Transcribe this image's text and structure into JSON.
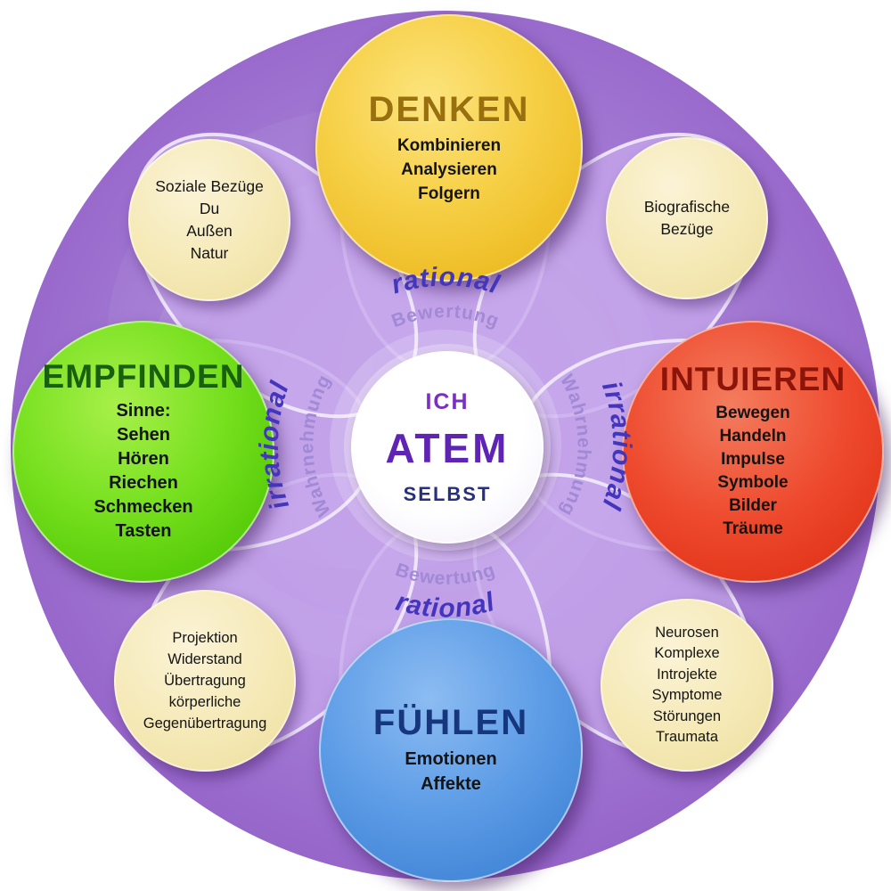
{
  "center": {
    "top": "ICH",
    "main": "ATEM",
    "bottom": "SELBST"
  },
  "nodes": {
    "denken": {
      "title": "DENKEN",
      "items": [
        "Kombinieren",
        "Analysieren",
        "Folgern"
      ]
    },
    "empfinden": {
      "title": "EMPFINDEN",
      "items": [
        "Sinne:",
        "Sehen",
        "Hören",
        "Riechen",
        "Schmecken",
        "Tasten"
      ]
    },
    "intuieren": {
      "title": "INTUIEREN",
      "items": [
        "Bewegen",
        "Handeln",
        "Impulse",
        "Symbole",
        "Bilder",
        "Träume"
      ]
    },
    "fuehlen": {
      "title": "FÜHLEN",
      "items": [
        "Emotionen",
        "Affekte"
      ]
    }
  },
  "satellites": {
    "top_left": {
      "items": [
        "Soziale Bezüge",
        "Du",
        "Außen",
        "Natur"
      ]
    },
    "top_right": {
      "items": [
        "Biografische",
        "Bezüge"
      ]
    },
    "bottom_left": {
      "items": [
        "Projektion",
        "Widerstand",
        "Übertragung",
        "körperliche",
        "Gegenübertragung"
      ]
    },
    "bottom_right": {
      "items": [
        "Neurosen",
        "Komplexe",
        "Introjekte",
        "Symptome",
        "Störungen",
        "Traumata"
      ]
    }
  },
  "axis_labels": {
    "top_primary": "rational",
    "top_secondary": "Bewertung",
    "bottom_primary": "rational",
    "bottom_secondary": "Bewertung",
    "left_primary": "irrational",
    "left_secondary": "Wahrnehmung",
    "right_primary": "irrational",
    "right_secondary": "Wahrnehmung"
  },
  "palette": {
    "background_disc": "#a77fd6",
    "petal": "#c6a8ec",
    "denken": "#f3c832",
    "empfinden": "#63d414",
    "intuieren": "#e73823",
    "fuehlen": "#4e94e0",
    "satellite": "#f5e9b6",
    "center": "#ffffff",
    "label_primary": "#4336bd",
    "label_secondary": "#a189d6"
  }
}
